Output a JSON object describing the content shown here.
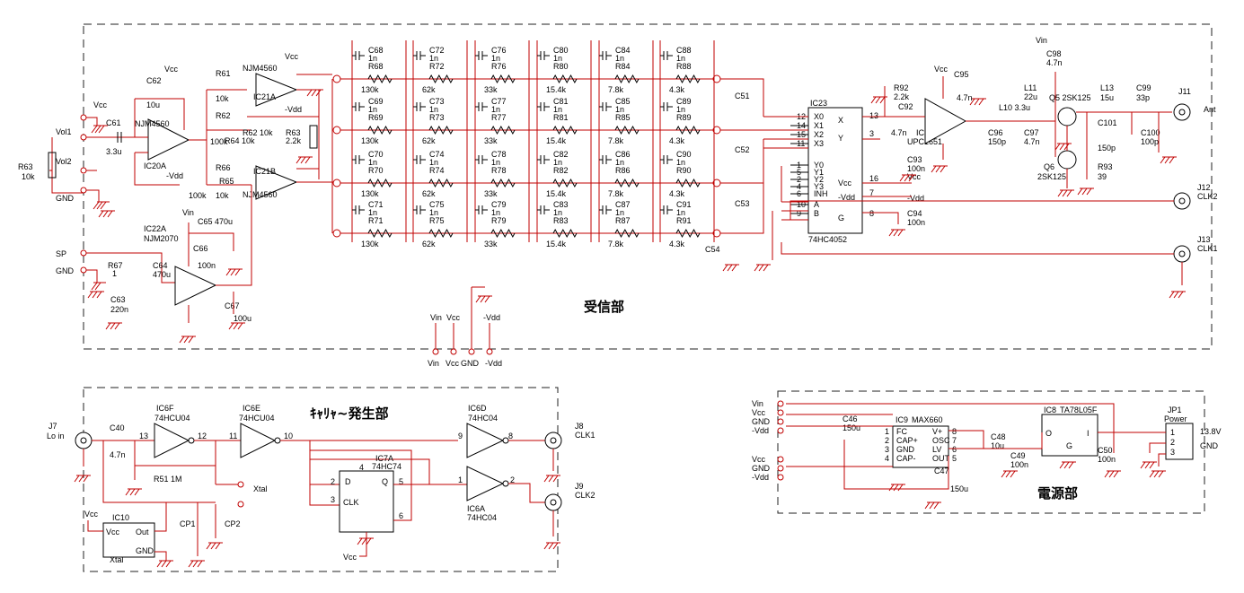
{
  "sections": {
    "receiver": "受信部",
    "carrier": "ｷｬﾘｬ~発生部",
    "power": "電源部"
  },
  "left_io": {
    "vcc": "Vcc",
    "vol1": "Vol1",
    "vol2": "Vol2",
    "gnd": "GND",
    "sp": "SP",
    "gnd2": "GND",
    "r63": "R63",
    "r63v": "10k"
  },
  "amps": {
    "ic20": "IC20A",
    "ic20p": "NJM4560",
    "ic21a": "IC21A",
    "ic21ap": "NJM4560",
    "ic21b": "IC21B",
    "ic21bp": "NJM4560",
    "ic22": "IC22A",
    "ic22p": "NJM2070",
    "c61": "C61",
    "c61v": "3.3u",
    "c62": "C62",
    "c62v": "10u",
    "r61": "R61",
    "r61v": "10k",
    "r62": "R62",
    "r62v": "100k",
    "r62b": "R62 10k",
    "r64": "R64 10k",
    "r63b": "R63",
    "r63bv": "2.2k",
    "r65": "R65",
    "r65v": "100k",
    "r66": "R66",
    "r66v": "10k",
    "c65": "C65 470u",
    "c66": "C66",
    "c66v": "100n",
    "r67": "R67",
    "r67v": "1",
    "c64": "C64",
    "c64v": "470u",
    "c63": "C63",
    "c63v": "220n",
    "c67": "C67",
    "c67v": "100u",
    "vcc": "Vcc",
    "mvdd": "-Vdd",
    "vin": "Vin"
  },
  "filter": {
    "caps": [
      "C68",
      "C69",
      "C70",
      "C71",
      "C72",
      "C73",
      "C74",
      "C75",
      "C76",
      "C77",
      "C78",
      "C79",
      "C80",
      "C81",
      "C82",
      "C83",
      "C84",
      "C85",
      "C86",
      "C87",
      "C88",
      "C89",
      "C90",
      "C91"
    ],
    "resistors": [
      "R68",
      "R69",
      "R70",
      "R71",
      "R72",
      "R73",
      "R74",
      "R75",
      "R76",
      "R77",
      "R78",
      "R79",
      "R80",
      "R81",
      "R82",
      "R83",
      "R84",
      "R85",
      "R86",
      "R87",
      "R88",
      "R89",
      "R90",
      "R91"
    ],
    "values": [
      "130k",
      "62k",
      "33k",
      "15.4k",
      "7.8k",
      "4.3k"
    ],
    "cap_value": "1n",
    "out_caps": [
      "C51",
      "C52",
      "C53",
      "C54"
    ]
  },
  "mux": {
    "name": "IC23",
    "part": "74HC4052",
    "pins_left": [
      "X0",
      "X1",
      "X2",
      "X3",
      "Y0",
      "Y1",
      "Y2",
      "Y3",
      "INH",
      "A",
      "B"
    ],
    "pins_left_no": [
      "12",
      "14",
      "15",
      "11",
      "1",
      "5",
      "2",
      "4",
      "6",
      "10",
      "9"
    ],
    "pins_right": [
      "X",
      "Y",
      "Vcc",
      "-Vdd",
      "G"
    ],
    "pins_right_no": [
      "13",
      "3",
      "16",
      "7",
      "8"
    ],
    "c93": "C93",
    "c93v": "100n",
    "c94": "C94",
    "c94v": "100n",
    "vcc": "Vcc",
    "mvdd": "-Vdd"
  },
  "rf": {
    "r92": "R92",
    "r92v": "2.2k",
    "c92": "C92",
    "c92v": "4.7n",
    "ic24": "IC24",
    "ic24p": "UPC1651",
    "c95": "C95",
    "c95v": "4.7n",
    "l10": "L10 3.3u",
    "c96": "C96",
    "c96v": "150p",
    "c97": "C97",
    "c97v": "4.7n",
    "l11": "L11",
    "l11v": "22u",
    "c98": "C98",
    "c98v": "4.7n",
    "q5": "Q5 2SK125",
    "q6": "Q6",
    "q6p": "2SK125",
    "r93": "R93",
    "r93v": "39",
    "l13": "L13",
    "l13v": "15u",
    "c99": "C99",
    "c99v": "33p",
    "c101": "C101",
    "c101v": "150p",
    "c100": "C100",
    "c100v": "100p",
    "j11": "J11",
    "ant": "Ant",
    "j12": "J12",
    "clk2": "CLK2",
    "j13": "J13",
    "clk1": "CLK1",
    "vin": "Vin",
    "vcc": "Vcc"
  },
  "bus": {
    "labels": [
      "Vin",
      "Vcc",
      "GND",
      "-Vdd"
    ]
  },
  "carrier": {
    "j7": "J7",
    "loin": "Lo in",
    "c40": "C40",
    "c40v": "4.7n",
    "ic6f": "IC6F",
    "ic6fp": "74HCU04",
    "ic6e": "IC6E",
    "ic6ep": "74HCU04",
    "r51": "R51 1M",
    "xtal": "Xtal",
    "cp1": "CP1",
    "cp2": "CP2",
    "ic10": "IC10",
    "ic10vcc": "Vcc",
    "ic10out": "Out",
    "ic10gnd": "GND",
    "ic10xtal": "Xtal",
    "vcc": "Vcc",
    "ic7": "IC7A",
    "ic7p": "74HC74",
    "ic6d": "IC6D",
    "ic6dp": "74HC04",
    "ic6a": "IC6A",
    "ic6ap": "74HC04",
    "j8": "J8",
    "clk1": "CLK1",
    "j9": "J9",
    "clk2": "CLK2",
    "pins": {
      "p13": "13",
      "p12": "12",
      "p11": "11",
      "p10": "10",
      "p9": "9",
      "p8": "8",
      "p1": "1",
      "p2": "2",
      "p3": "3",
      "p4": "4",
      "p5": "5",
      "p6": "6"
    }
  },
  "power": {
    "left": [
      "Vin",
      "Vcc",
      "GND",
      "-Vdd"
    ],
    "left2": [
      "Vcc",
      "GND",
      "-Vdd"
    ],
    "c46": "C46",
    "c46v": "150u",
    "ic9": "IC9",
    "ic9p": "MAX660",
    "ic9l": [
      "FC",
      "CAP+",
      "GND",
      "CAP-"
    ],
    "ic9r": [
      "V+",
      "OSC",
      "LV",
      "OUT"
    ],
    "c47": "C47",
    "c47v": "150u",
    "c48": "C48",
    "c48v": "10u",
    "c49": "C49",
    "c49v": "100n",
    "ic8": "IC8",
    "ic8p": "TA78L05F",
    "c50": "C50",
    "c50v": "100n",
    "jp1": "JP1",
    "jp1p": "Power",
    "v": "13.8V",
    "gnd": "GND",
    "pins": [
      "1",
      "2",
      "3"
    ]
  }
}
